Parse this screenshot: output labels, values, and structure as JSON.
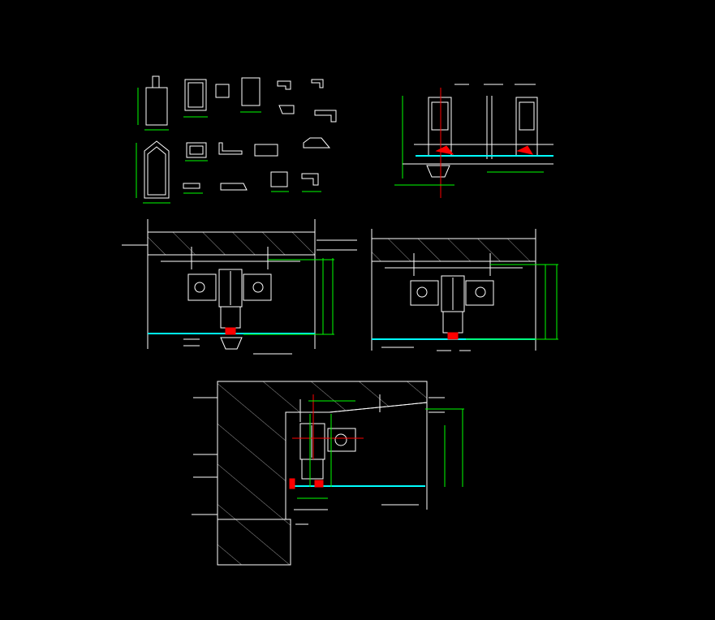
{
  "canvas": {
    "background": "#000000"
  },
  "colors": {
    "line": "#ffffff",
    "dim": "#00ff00",
    "highlight": "#ff0000",
    "baseline": "#00ffff",
    "hatch": "#cfcfcf"
  },
  "drawings": [
    {
      "name": "profile-sections-grid"
    },
    {
      "name": "corner-mullion-detail"
    },
    {
      "name": "horizontal-section-left"
    },
    {
      "name": "horizontal-section-right"
    },
    {
      "name": "wall-junction-detail"
    }
  ]
}
